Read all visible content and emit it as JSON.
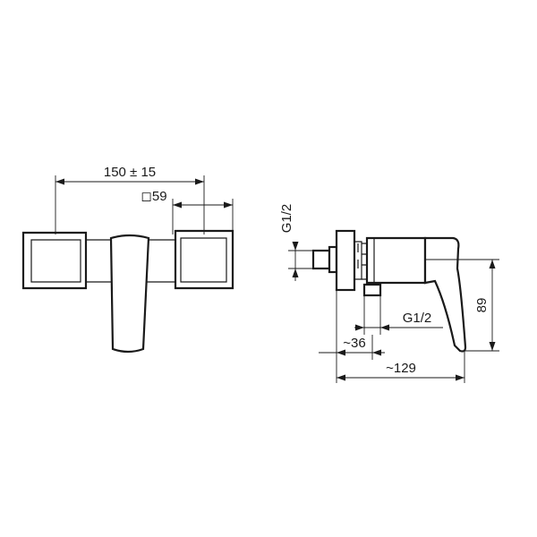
{
  "front_view": {
    "width_label": "150 ± 15",
    "handle_label": "◻59"
  },
  "side_view": {
    "inlet_thread_label": "G1/2",
    "outlet_thread_label": "G1/2",
    "height_label": "89",
    "outlet_offset_label": "~36",
    "depth_label": "~129"
  }
}
